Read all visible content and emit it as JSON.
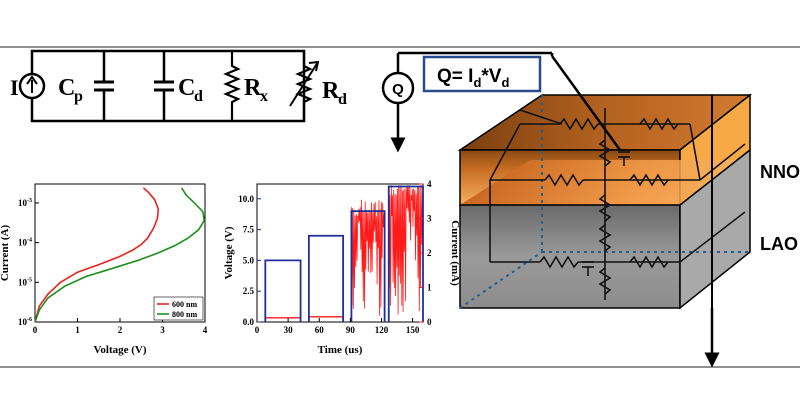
{
  "circuit": {
    "source_label": "I",
    "cp_main": "C",
    "cp_sub": "p",
    "cd_main": "C",
    "cd_sub": "d",
    "rx_main": "R",
    "rx_sub": "x",
    "rd_main": "R",
    "rd_sub": "d"
  },
  "power": {
    "q_label": "Q",
    "eq_prefix": "Q= I",
    "eq_sub1": "d",
    "eq_mid": "*V",
    "eq_sub2": "d"
  },
  "device": {
    "top_layer": "NNO",
    "bottom_layer": "LAO",
    "colors": {
      "nno": "#f2a24a",
      "lao": "#9a9a9a"
    }
  },
  "chart_data": [
    {
      "type": "line",
      "xlabel": "Voltage (V)",
      "ylabel": "Current (A)",
      "xlim": [
        0,
        4
      ],
      "ylim": [
        1e-06,
        0.003
      ],
      "yscale": "log",
      "xticks": [
        0,
        1,
        2,
        3,
        4
      ],
      "yticks": [
        {
          "base": "10",
          "exp": "-6",
          "value": 1e-06
        },
        {
          "base": "10",
          "exp": "-5",
          "value": 1e-05
        },
        {
          "base": "10",
          "exp": "-4",
          "value": 0.0001
        },
        {
          "base": "10",
          "exp": "-3",
          "value": 0.001
        }
      ],
      "legend_position": "bottom-right",
      "series": [
        {
          "name": "600 nm",
          "color": "#e8231e",
          "points": [
            [
              0,
              1e-06
            ],
            [
              0.1,
              2.5e-06
            ],
            [
              0.3,
              5e-06
            ],
            [
              0.6,
              1e-05
            ],
            [
              1.0,
              1.8e-05
            ],
            [
              1.5,
              2.8e-05
            ],
            [
              2.0,
              4.5e-05
            ],
            [
              2.3,
              6.5e-05
            ],
            [
              2.5,
              9e-05
            ],
            [
              2.65,
              0.00013
            ],
            [
              2.78,
              0.00022
            ],
            [
              2.88,
              0.0004
            ],
            [
              2.9,
              0.0007
            ],
            [
              2.82,
              0.0012
            ],
            [
              2.68,
              0.0018
            ],
            [
              2.55,
              0.0024
            ]
          ]
        },
        {
          "name": "800 nm",
          "color": "#1b8f1b",
          "points": [
            [
              0,
              1e-06
            ],
            [
              0.1,
              2e-06
            ],
            [
              0.3,
              4e-06
            ],
            [
              0.7,
              8e-06
            ],
            [
              1.2,
              1.4e-05
            ],
            [
              1.8,
              2.2e-05
            ],
            [
              2.4,
              3.5e-05
            ],
            [
              2.9,
              5.5e-05
            ],
            [
              3.3,
              8.5e-05
            ],
            [
              3.6,
              0.00013
            ],
            [
              3.85,
              0.00021
            ],
            [
              3.98,
              0.00036
            ],
            [
              3.95,
              0.0006
            ],
            [
              3.75,
              0.001
            ],
            [
              3.55,
              0.0016
            ],
            [
              3.45,
              0.0024
            ]
          ]
        }
      ]
    },
    {
      "type": "line",
      "xlabel": "Time (us)",
      "ylabel": "Voltage (V)",
      "ylabel_right": "Current (mA)",
      "xlim": [
        0,
        160
      ],
      "ylim": [
        0,
        11.2
      ],
      "ylim_right": [
        0,
        4
      ],
      "xticks": [
        0,
        30,
        60,
        90,
        120,
        150
      ],
      "yticks": [
        "0.0",
        "2.5",
        "5.0",
        "7.5",
        "10.0"
      ],
      "yticks_right": [
        0,
        1,
        2,
        3,
        4
      ],
      "series": [
        {
          "name": "Voltage",
          "axis": "left",
          "color": "#1f2f9a",
          "pulses": [
            {
              "start": 8,
              "end": 42,
              "v": 5
            },
            {
              "start": 50,
              "end": 83,
              "v": 7
            },
            {
              "start": 91,
              "end": 123,
              "v": 9
            },
            {
              "start": 127,
              "end": 160,
              "v": 11
            }
          ]
        },
        {
          "name": "Current",
          "axis": "right",
          "color": "#ff1a1a",
          "pulses": [
            {
              "start": 8,
              "end": 42,
              "i": 0.12
            },
            {
              "start": 50,
              "end": 83,
              "i": 0.15
            },
            {
              "start": 91,
              "end": 123,
              "i": 3.2,
              "noisy": true
            },
            {
              "start": 127,
              "end": 160,
              "i": 3.8,
              "noisy": true
            }
          ]
        }
      ]
    }
  ]
}
